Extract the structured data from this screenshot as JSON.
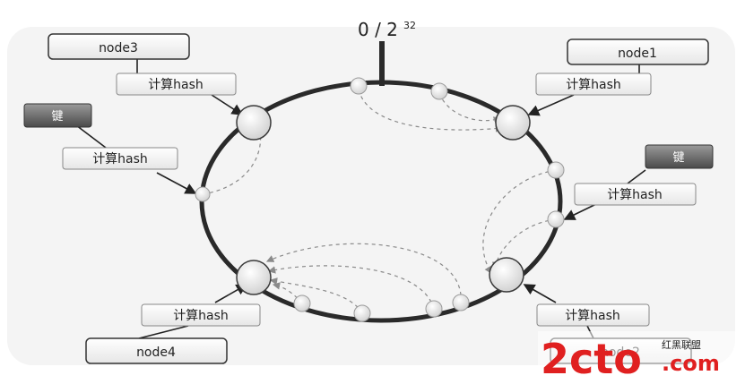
{
  "top_label": "0 / 2",
  "top_exponent": "32",
  "nodes": {
    "node1": "node1",
    "node2": "node2",
    "node3": "node3",
    "node4": "node4"
  },
  "keys": {
    "left": "键",
    "right": "键"
  },
  "hash_label": "计算hash",
  "watermark": {
    "main": "2cto",
    "com": ".com",
    "sub": "红黑联盟"
  },
  "colors": {
    "ring": "#2a2a2a",
    "dashed": "#8a8a8a",
    "watermark": "#e02020"
  }
}
